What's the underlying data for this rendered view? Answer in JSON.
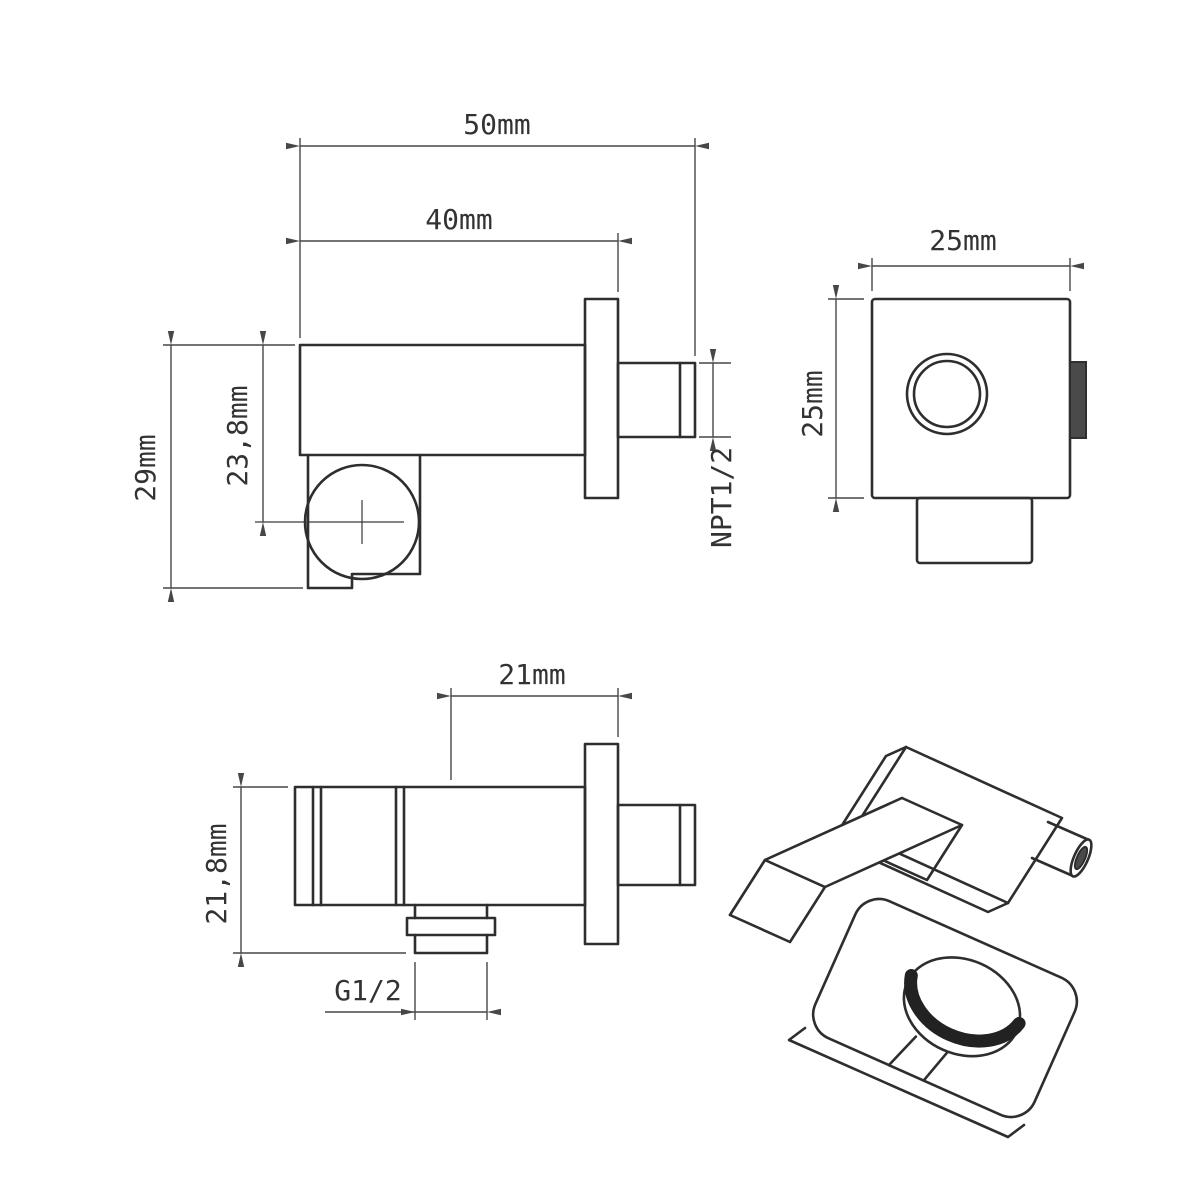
{
  "drawing": {
    "colors": {
      "background": "#ffffff",
      "line": "#2e2e2e",
      "dim": "#474747"
    },
    "views": {
      "side": {
        "dims": {
          "total_width": "50mm",
          "body_width": "40mm",
          "total_height": "29mm",
          "center_height": "23,8mm",
          "outlet_thread": "NPT1/2"
        }
      },
      "front": {
        "dims": {
          "width": "25mm",
          "height": "25mm"
        }
      },
      "bottom": {
        "dims": {
          "wall_offset": "21mm",
          "total_height": "21,8mm",
          "hose_thread": "G1/2"
        }
      }
    }
  }
}
